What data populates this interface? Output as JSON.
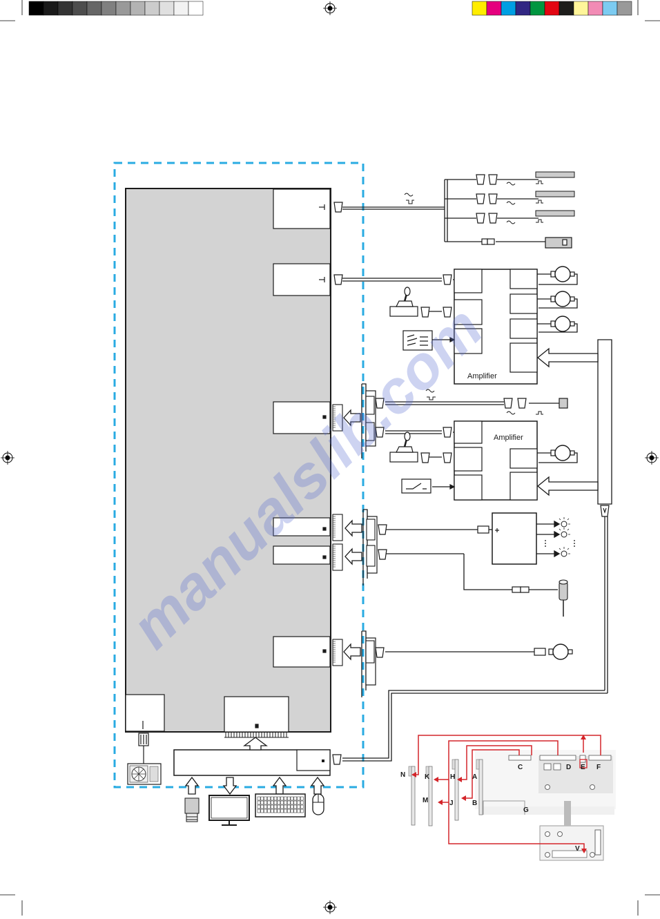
{
  "color_bar": {
    "grays": [
      "#000000",
      "#1a1a1a",
      "#333333",
      "#4d4d4d",
      "#666666",
      "#808080",
      "#999999",
      "#b3b3b3",
      "#cccccc",
      "#e0e0e0",
      "#f2f2f2",
      "#ffffff"
    ],
    "swatches": [
      "#ffed00",
      "#e5007e",
      "#009fe3",
      "#312783",
      "#009640",
      "#e30613",
      "#1d1d1b",
      "#fff59a",
      "#f28bb5",
      "#7ccbf1",
      "#999999"
    ]
  },
  "colors": {
    "dashed_border": "#29abe2",
    "main_board": "#d3d3d3",
    "red_callouts": "#d4252a",
    "line": "#1a1a1a"
  },
  "amplifiers": {
    "top_label": "Amplifier",
    "bottom_label": "Amplifier"
  },
  "board_callouts": {
    "c": "C",
    "d": "D",
    "e": "E",
    "f": "F",
    "g": "G",
    "a": "A",
    "b": "B",
    "h": "H",
    "j": "J",
    "k": "K",
    "m": "M",
    "n": "N",
    "v": "V"
  },
  "watermark": "manualslib.com",
  "icons": [
    "registration-mark-icon",
    "monitor-icon",
    "keyboard-icon",
    "mouse-icon",
    "camera-icon",
    "fan-icon",
    "motor-icon",
    "joystick-icon",
    "lamp-icon",
    "sensor-icon"
  ]
}
